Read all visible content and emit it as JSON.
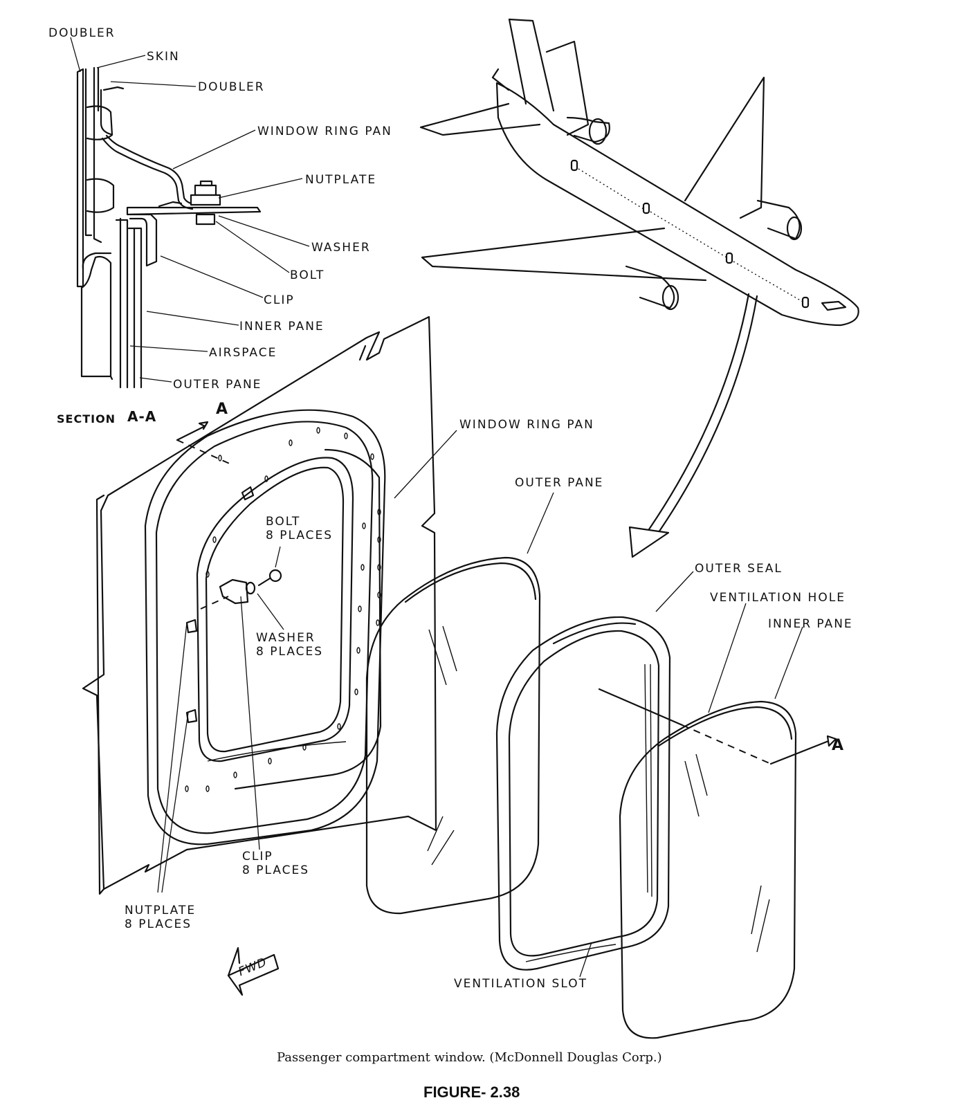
{
  "section": {
    "title": "SECTION",
    "id": "A-A",
    "labels": {
      "doubler_left": "DOUBLER",
      "skin": "SKIN",
      "doubler_right": "DOUBLER",
      "window_ring_pan": "WINDOW RING PAN",
      "nutplate": "NUTPLATE",
      "washer": "WASHER",
      "bolt": "BOLT",
      "clip": "CLIP",
      "inner_pane": "INNER PANE",
      "airspace": "AIRSPACE",
      "outer_pane": "OUTER PANE"
    }
  },
  "exploded": {
    "window_ring_pan": "WINDOW RING PAN",
    "outer_pane": "OUTER PANE",
    "bolt": "BOLT\n8 PLACES",
    "washer": "WASHER\n8 PLACES",
    "clip": "CLIP\n8 PLACES",
    "nutplate": "NUTPLATE\n8 PLACES",
    "outer_seal": "OUTER SEAL",
    "ventilation_hole": "VENTILATION HOLE",
    "inner_pane": "INNER PANE",
    "ventilation_slot": "VENTILATION SLOT",
    "section_marker": "A",
    "fwd": "FWD"
  },
  "caption": "Passenger compartment window. (McDonnell Douglas Corp.)",
  "figure": "FIGURE- 2.38"
}
